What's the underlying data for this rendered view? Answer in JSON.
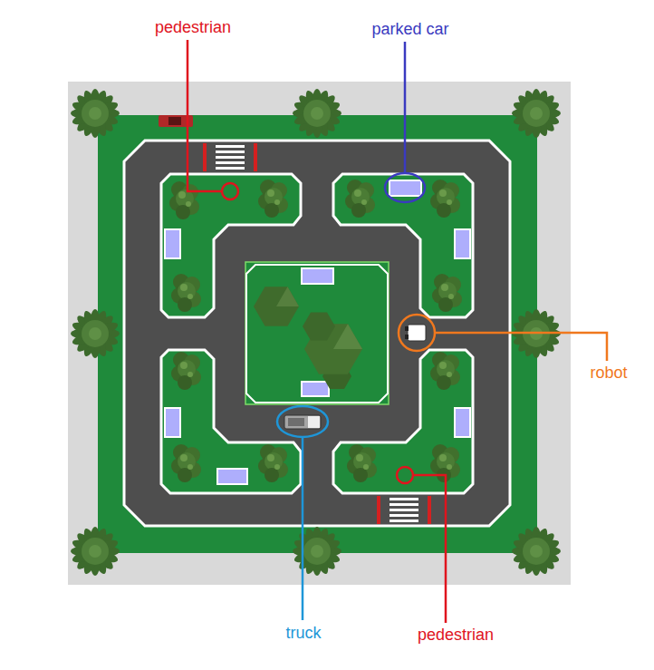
{
  "diagram": {
    "labels": [
      "pedestrian",
      "parked car",
      "robot",
      "truck",
      "pedestrian"
    ]
  }
}
